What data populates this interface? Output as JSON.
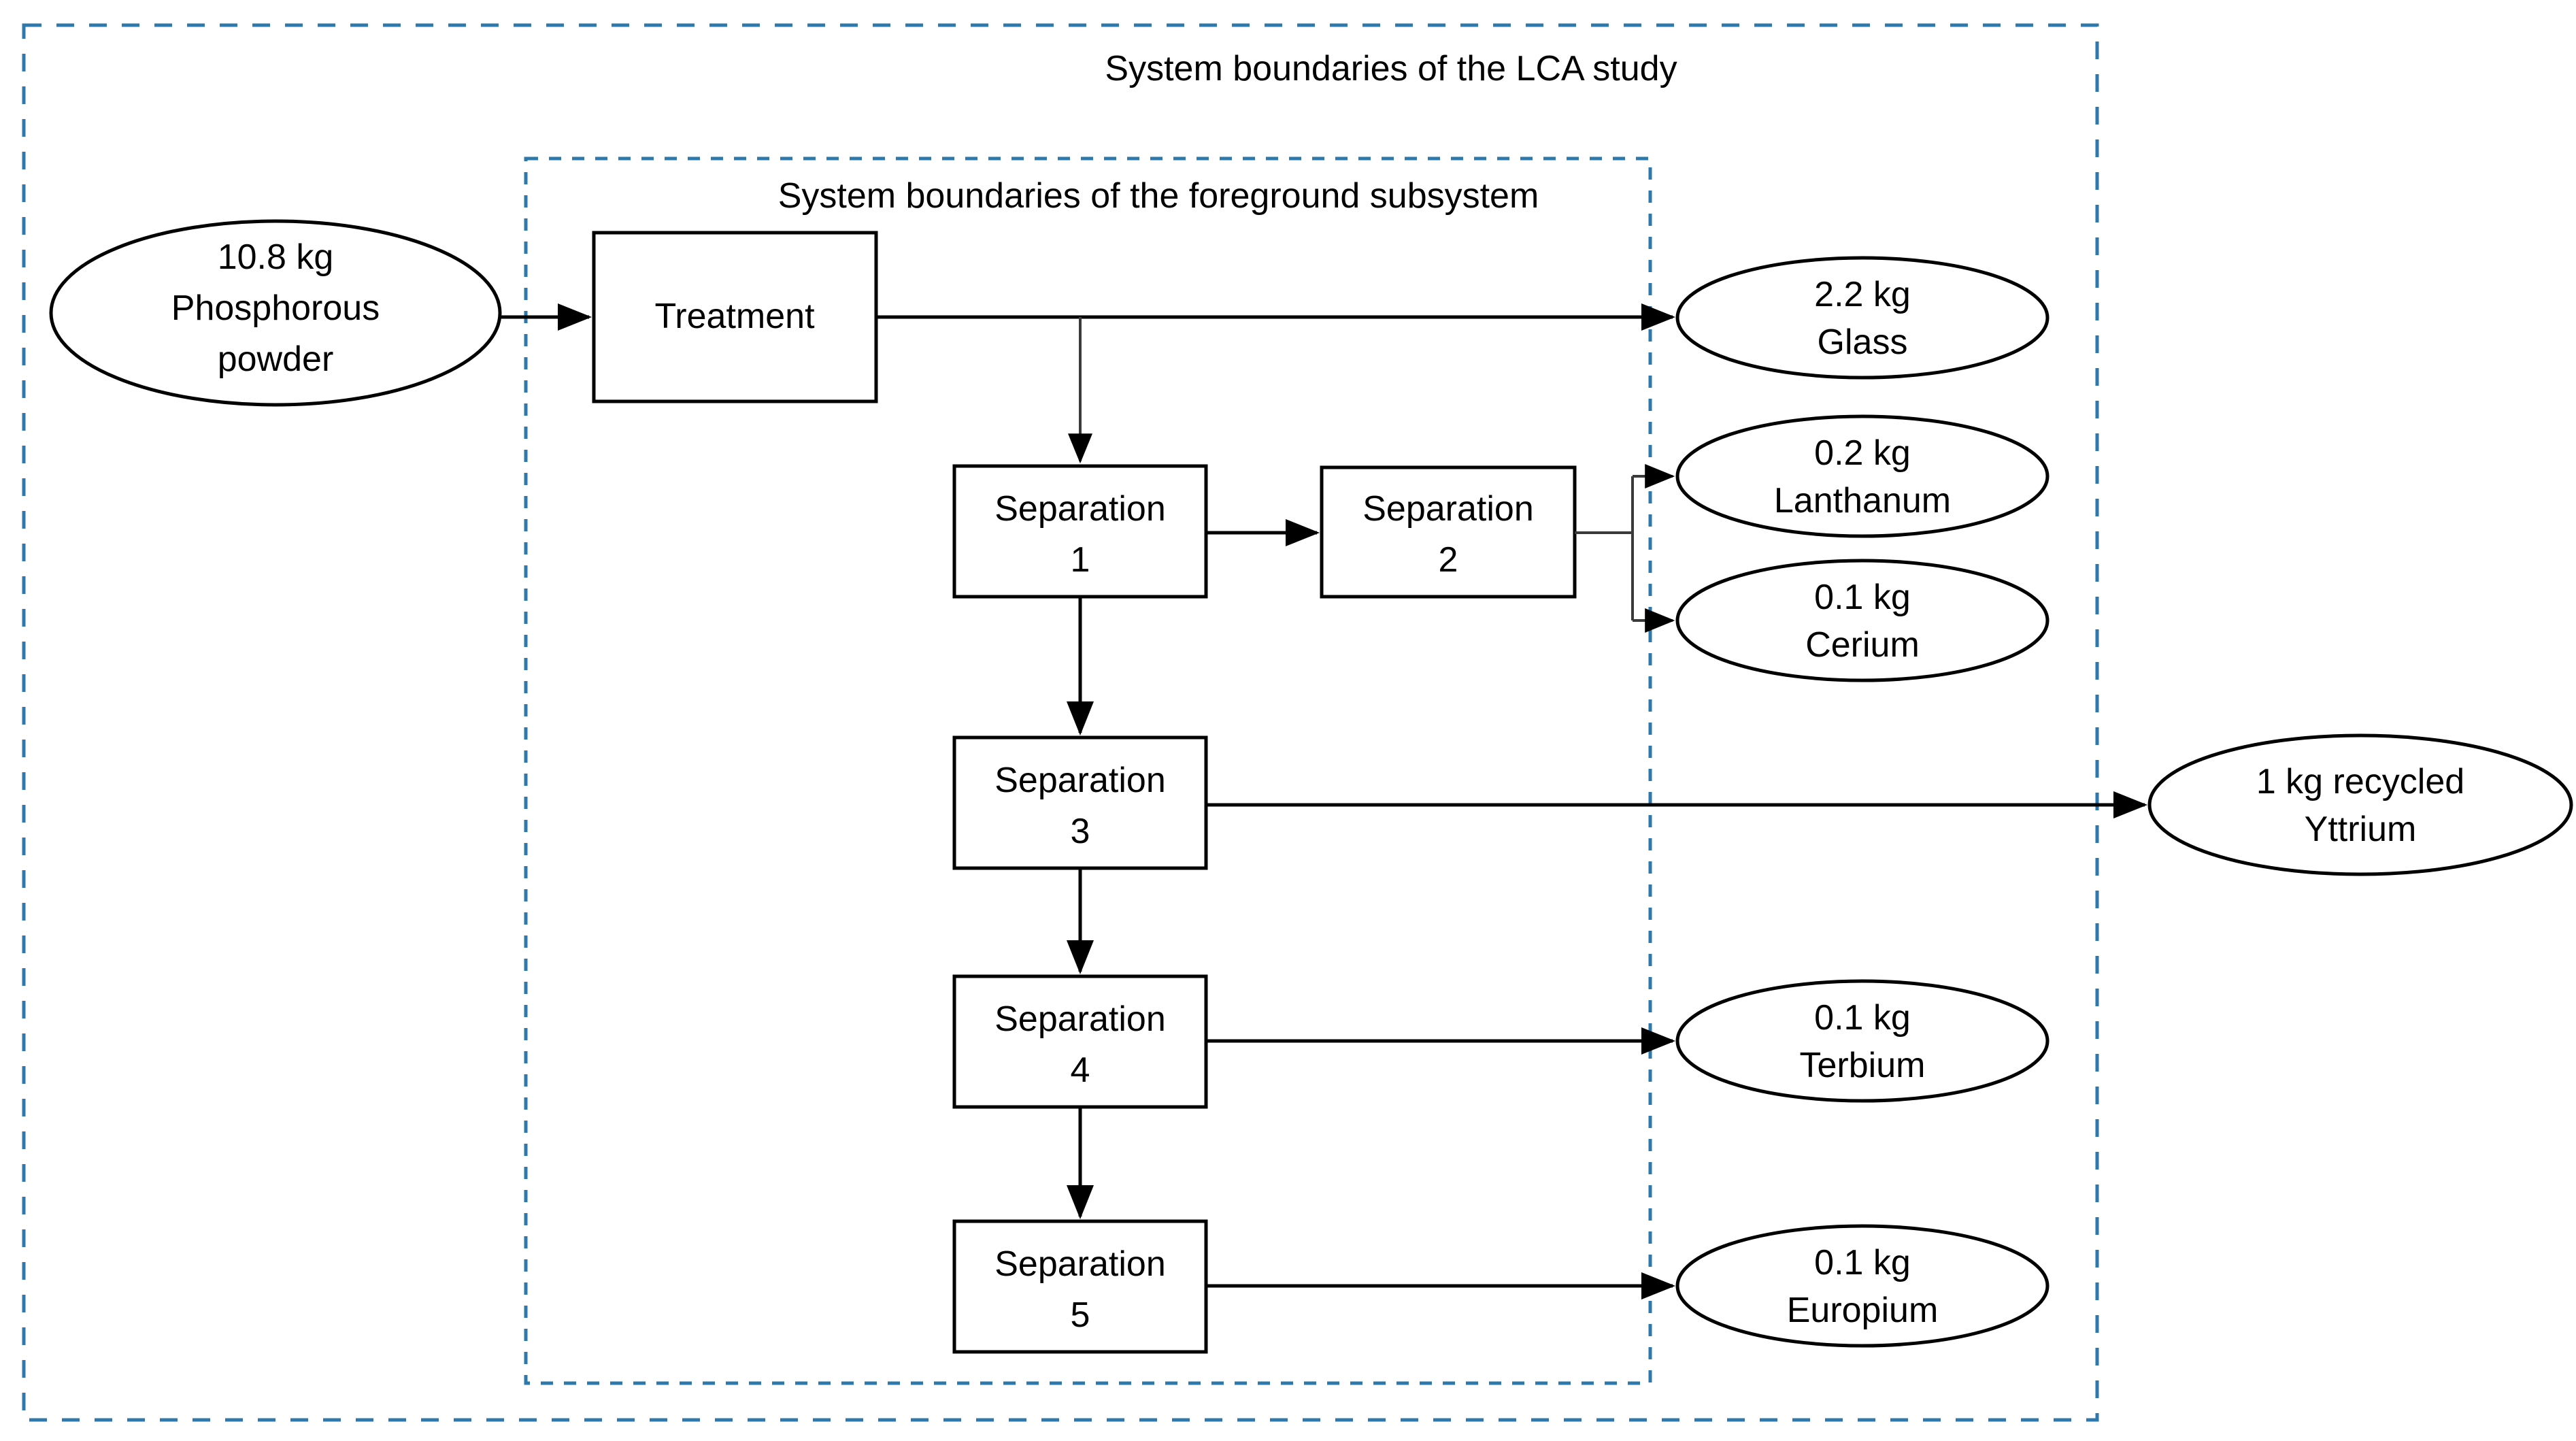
{
  "diagram": {
    "title_outer": "System boundaries of the LCA study",
    "title_inner": "System boundaries of the foreground subsystem",
    "boundary_color": "#2E78AC",
    "node_stroke_color": "#000000",
    "background_color": "#FFFFFF",
    "input": {
      "quantity": "10.8 kg",
      "line1": "10.8 kg",
      "line2": "Phosphorous",
      "line3": "powder"
    },
    "processes": [
      {
        "id": "treatment",
        "line1": "Treatment",
        "line2": ""
      },
      {
        "id": "separation-1",
        "line1": "Separation",
        "line2": "1"
      },
      {
        "id": "separation-2",
        "line1": "Separation",
        "line2": "2"
      },
      {
        "id": "separation-3",
        "line1": "Separation",
        "line2": "3"
      },
      {
        "id": "separation-4",
        "line1": "Separation",
        "line2": "4"
      },
      {
        "id": "separation-5",
        "line1": "Separation",
        "line2": "5"
      }
    ],
    "outputs": [
      {
        "id": "glass",
        "line1": "2.2 kg",
        "line2": "Glass",
        "source": "treatment"
      },
      {
        "id": "lanthanum",
        "line1": "0.2 kg",
        "line2": "Lanthanum",
        "source": "separation-2"
      },
      {
        "id": "cerium",
        "line1": "0.1 kg",
        "line2": "Cerium",
        "source": "separation-2"
      },
      {
        "id": "yttrium",
        "line1": "1 kg recycled",
        "line2": "Yttrium",
        "source": "separation-3"
      },
      {
        "id": "terbium",
        "line1": "0.1 kg",
        "line2": "Terbium",
        "source": "separation-4"
      },
      {
        "id": "europium",
        "line1": "0.1 kg",
        "line2": "Europium",
        "source": "separation-5"
      }
    ]
  },
  "chart_data": {
    "type": "diagram",
    "title": "System boundaries of the LCA study",
    "subtitle": "System boundaries of the foreground subsystem",
    "nodes": [
      {
        "id": "phosphorous-powder",
        "shape": "ellipse",
        "label": "10.8 kg Phosphorous powder",
        "value": 10.8,
        "unit": "kg",
        "role": "input",
        "inside_foreground": false
      },
      {
        "id": "treatment",
        "shape": "box",
        "label": "Treatment",
        "role": "process",
        "inside_foreground": true
      },
      {
        "id": "separation-1",
        "shape": "box",
        "label": "Separation 1",
        "role": "process",
        "inside_foreground": true
      },
      {
        "id": "separation-2",
        "shape": "box",
        "label": "Separation 2",
        "role": "process",
        "inside_foreground": true
      },
      {
        "id": "separation-3",
        "shape": "box",
        "label": "Separation 3",
        "role": "process",
        "inside_foreground": true
      },
      {
        "id": "separation-4",
        "shape": "box",
        "label": "Separation 4",
        "role": "process",
        "inside_foreground": true
      },
      {
        "id": "separation-5",
        "shape": "box",
        "label": "Separation 5",
        "role": "process",
        "inside_foreground": true
      },
      {
        "id": "glass",
        "shape": "ellipse",
        "label": "2.2 kg Glass",
        "value": 2.2,
        "unit": "kg",
        "role": "output",
        "inside_foreground": false
      },
      {
        "id": "lanthanum",
        "shape": "ellipse",
        "label": "0.2 kg Lanthanum",
        "value": 0.2,
        "unit": "kg",
        "role": "output",
        "inside_foreground": false
      },
      {
        "id": "cerium",
        "shape": "ellipse",
        "label": "0.1 kg Cerium",
        "value": 0.1,
        "unit": "kg",
        "role": "output",
        "inside_foreground": false
      },
      {
        "id": "yttrium",
        "shape": "ellipse",
        "label": "1 kg recycled Yttrium",
        "value": 1,
        "unit": "kg",
        "role": "output",
        "inside_foreground": false
      },
      {
        "id": "terbium",
        "shape": "ellipse",
        "label": "0.1 kg Terbium",
        "value": 0.1,
        "unit": "kg",
        "role": "output",
        "inside_foreground": false
      },
      {
        "id": "europium",
        "shape": "ellipse",
        "label": "0.1 kg Europium",
        "value": 0.1,
        "unit": "kg",
        "role": "output",
        "inside_foreground": false
      }
    ],
    "edges": [
      {
        "from": "phosphorous-powder",
        "to": "treatment"
      },
      {
        "from": "treatment",
        "to": "glass"
      },
      {
        "from": "treatment",
        "to": "separation-1"
      },
      {
        "from": "separation-1",
        "to": "separation-2"
      },
      {
        "from": "separation-1",
        "to": "separation-3"
      },
      {
        "from": "separation-2",
        "to": "lanthanum"
      },
      {
        "from": "separation-2",
        "to": "cerium"
      },
      {
        "from": "separation-3",
        "to": "yttrium"
      },
      {
        "from": "separation-3",
        "to": "separation-4"
      },
      {
        "from": "separation-4",
        "to": "terbium"
      },
      {
        "from": "separation-4",
        "to": "separation-5"
      },
      {
        "from": "separation-5",
        "to": "europium"
      }
    ]
  }
}
